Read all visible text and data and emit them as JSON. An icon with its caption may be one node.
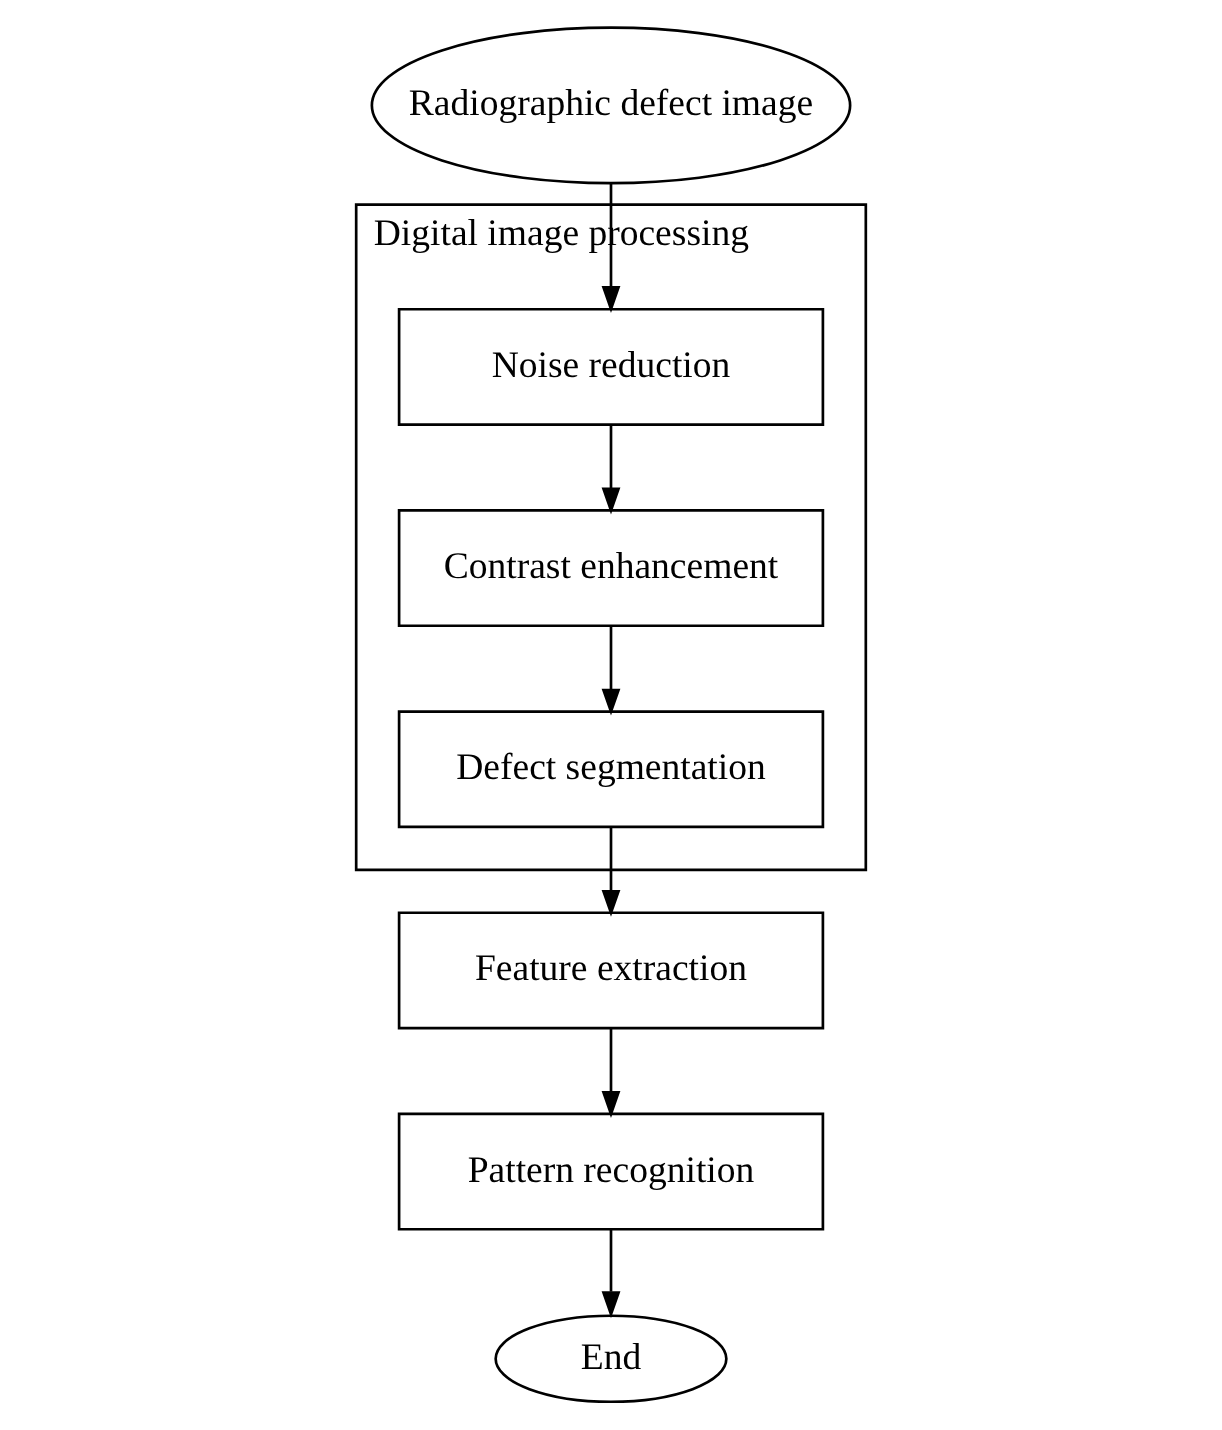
{
  "diagram": {
    "nodes": [
      {
        "text": [
          "Radiographic defect image"
        ]
      },
      {
        "text": [
          "Digital image processing"
        ]
      },
      {
        "text": [
          "Noise reduction"
        ],
        "in": 1
      },
      {
        "text": [
          "Contrast enhancement"
        ],
        "in": 1
      },
      {
        "text": [
          "Defect segmentation"
        ],
        "in": 1
      },
      {
        "text": [
          "Feature extraction"
        ]
      },
      {
        "text": [
          "Pattern recognition"
        ]
      },
      {
        "text": [
          "End"
        ]
      }
    ],
    "edges": [
      {
        "from": 0,
        "to": 2,
        "arrow": "to"
      },
      {
        "from": 2,
        "to": 3,
        "arrow": "to"
      },
      {
        "from": 3,
        "to": 4,
        "arrow": "to"
      },
      {
        "from": 4,
        "to": 5,
        "arrow": "to"
      },
      {
        "from": 5,
        "to": 6,
        "arrow": "to"
      },
      {
        "from": 6,
        "to": 7,
        "arrow": "to"
      }
    ]
  }
}
